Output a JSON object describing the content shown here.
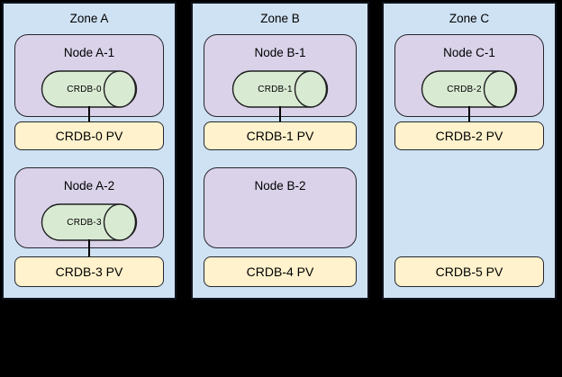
{
  "diagram": {
    "description": "Three-zone CockroachDB cluster layout with nodes, CRDB pods and persistent volumes",
    "palette": {
      "background": "#000000",
      "zone_fill": "#cfe2f3",
      "zone_border": "#10141c",
      "node_fill": "#d9d2e9",
      "node_border": "#26262e",
      "pod_cylinder_fill": "#d9ead3",
      "pod_cylinder_stroke": "#1f1f1f",
      "pv_fill": "#fff2cc",
      "pv_border": "#26262e",
      "text": "#000000"
    },
    "zones": [
      {
        "title": "Zone A",
        "nodes": [
          {
            "label": "Node A-1",
            "pod": "CRDB-0",
            "pv": "CRDB-0 PV",
            "pod_linked_to_pv": true
          },
          {
            "label": "Node A-2",
            "pod": "CRDB-3",
            "pv": "CRDB-3 PV",
            "pod_linked_to_pv": true
          }
        ]
      },
      {
        "title": "Zone B",
        "nodes": [
          {
            "label": "Node B-1",
            "pod": "CRDB-1",
            "pv": "CRDB-1 PV",
            "pod_linked_to_pv": true
          },
          {
            "label": "Node B-2",
            "pod": "",
            "pv": "CRDB-4 PV",
            "pod_linked_to_pv": false
          }
        ]
      },
      {
        "title": "Zone C",
        "nodes": [
          {
            "label": "Node C-1",
            "pod": "CRDB-2",
            "pv": "CRDB-2 PV",
            "pod_linked_to_pv": true
          },
          {
            "label": "",
            "pod": "",
            "pv": "CRDB-5 PV",
            "pod_linked_to_pv": false
          }
        ]
      }
    ]
  }
}
